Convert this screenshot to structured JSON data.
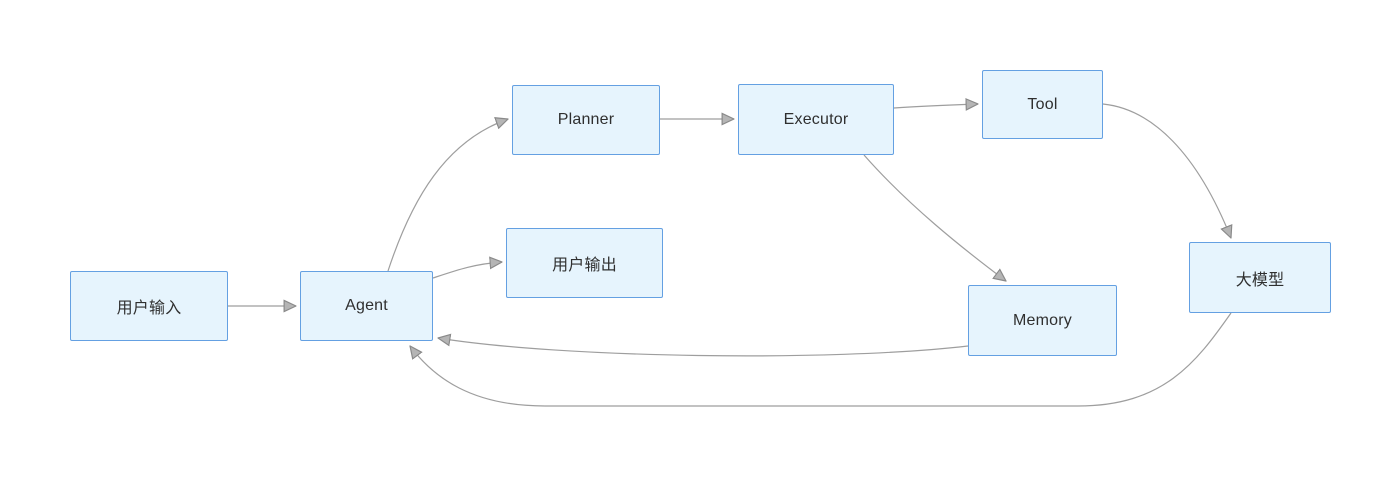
{
  "diagram": {
    "type": "flowchart",
    "background": "#ffffff",
    "colors": {
      "node_fill": "#e6f4fd",
      "node_border": "#64a0e2",
      "edge_line": "#9e9e9e",
      "arrowhead": "#a6a6a6",
      "label_text": "#2f2f2f"
    }
  },
  "nodes": [
    {
      "id": "user-input",
      "label": "用户输入"
    },
    {
      "id": "agent",
      "label": "Agent"
    },
    {
      "id": "planner",
      "label": "Planner"
    },
    {
      "id": "executor",
      "label": "Executor"
    },
    {
      "id": "tool",
      "label": "Tool"
    },
    {
      "id": "user-output",
      "label": "用户输出"
    },
    {
      "id": "memory",
      "label": "Memory"
    },
    {
      "id": "llm",
      "label": "大模型"
    }
  ],
  "edges": [
    {
      "from": "user-input",
      "to": "agent"
    },
    {
      "from": "agent",
      "to": "planner"
    },
    {
      "from": "planner",
      "to": "executor"
    },
    {
      "from": "executor",
      "to": "tool"
    },
    {
      "from": "agent",
      "to": "user-output"
    },
    {
      "from": "executor",
      "to": "memory"
    },
    {
      "from": "tool",
      "to": "llm"
    },
    {
      "from": "memory",
      "to": "agent"
    },
    {
      "from": "llm",
      "to": "agent"
    }
  ]
}
